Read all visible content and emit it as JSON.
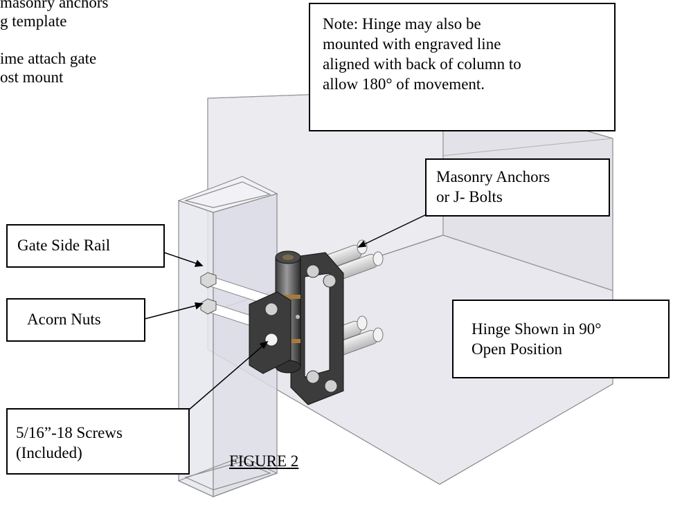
{
  "fragments": [
    "masonry anchors",
    "g template",
    "ime attach gate",
    "ost mount"
  ],
  "callouts": {
    "note": [
      "Note: Hinge may also be",
      "mounted with engraved line",
      "aligned with back of column to",
      "allow 180° of movement."
    ],
    "masonry": [
      "Masonry Anchors",
      "or J- Bolts"
    ],
    "gate_rail": "Gate Side Rail",
    "acorn": "Acorn Nuts",
    "hinge_pos": [
      "Hinge Shown in 90°",
      "Open Position"
    ],
    "screws": [
      "5/16”-18 Screws",
      "(Included)"
    ]
  },
  "figure_label": "FIGURE 2",
  "colors": {
    "column_face": "#ececf0",
    "column_side": "#e2e2e8",
    "rail_fill": "#e6e6ee",
    "hinge_plate": "#3c3c3c",
    "anchor": "#d4d4d4",
    "hinge_ring": "#a87b3c"
  }
}
